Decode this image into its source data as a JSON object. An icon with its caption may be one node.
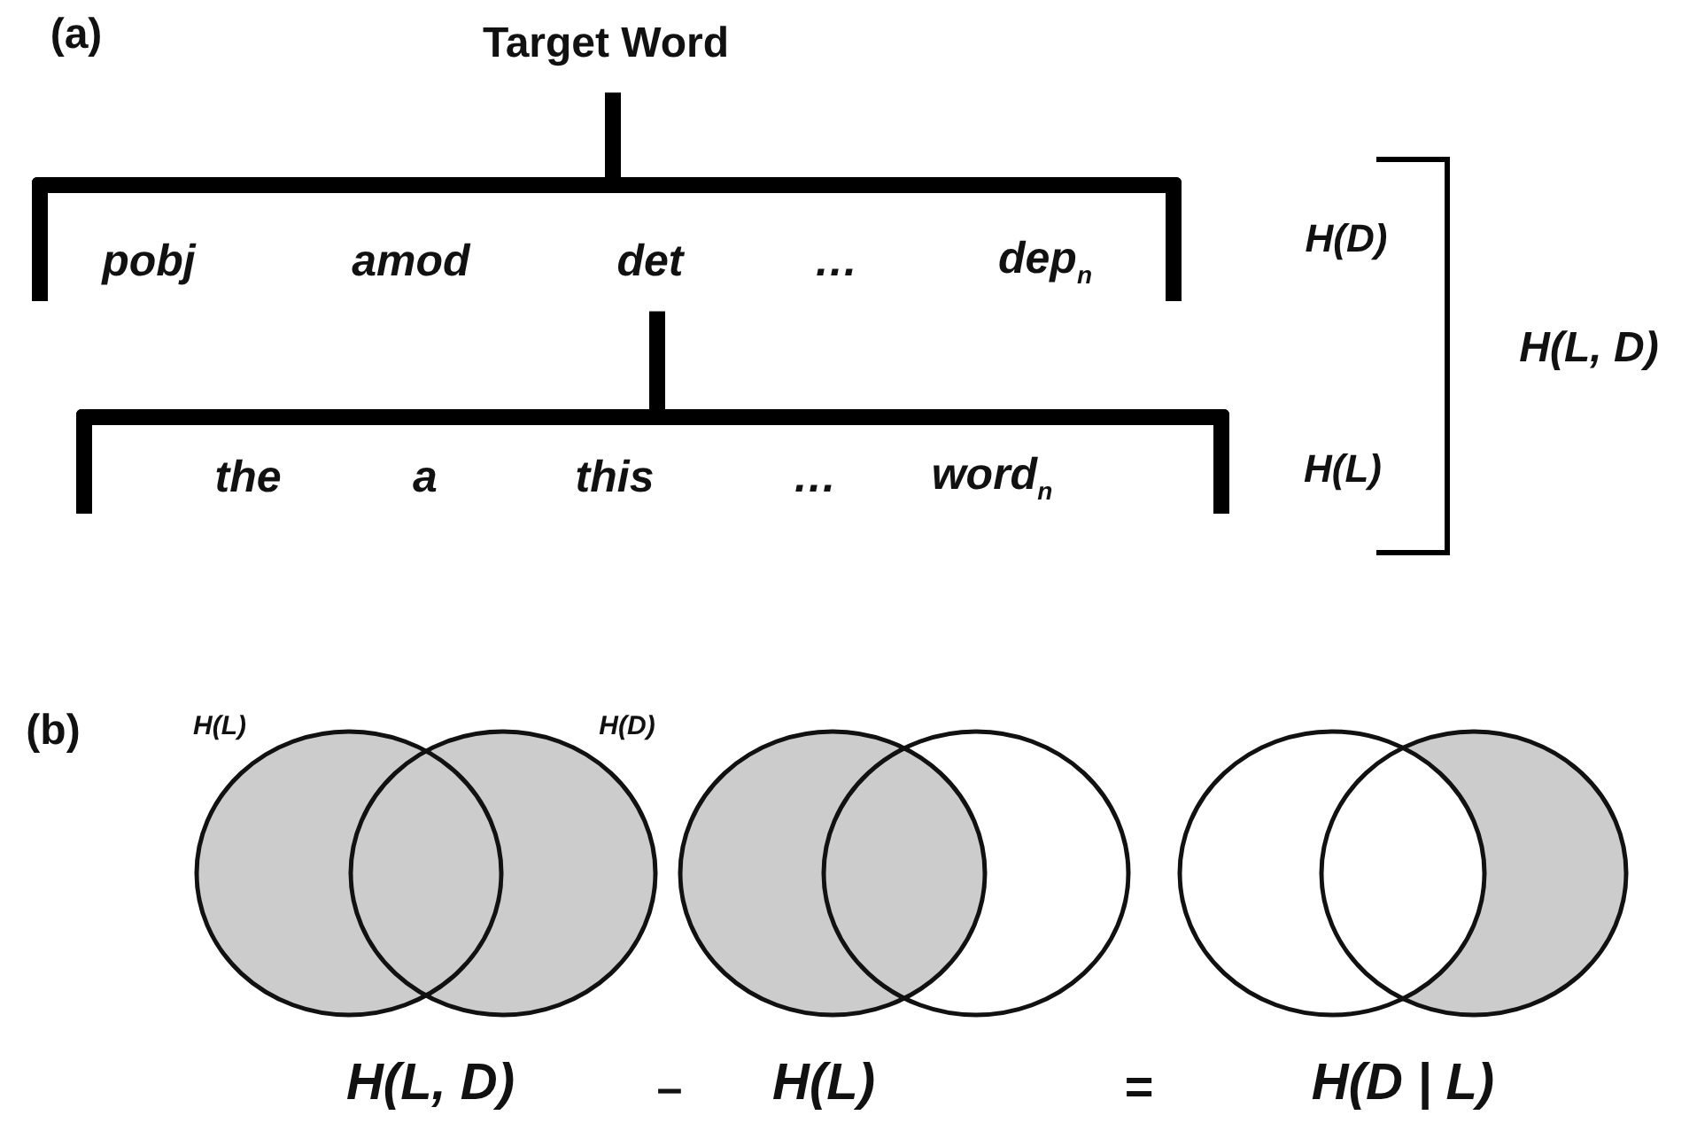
{
  "diagram": {
    "nodes": [
      {
        "text": [
          "Target Word"
        ]
      },
      {
        "text": [],
        "shape": "bracket"
      },
      {
        "text": [
          "pobj"
        ],
        "in": 1
      },
      {
        "text": [
          "amod"
        ],
        "in": 1
      },
      {
        "text": [
          "det"
        ],
        "in": 1
      },
      {
        "text": [
          "…"
        ],
        "in": 1
      },
      {
        "text": [
          "dep$_{n}$"
        ],
        "in": 1
      },
      {
        "text": [],
        "shape": "bracket"
      },
      {
        "text": [
          "the"
        ],
        "in": 7
      },
      {
        "text": [
          "a"
        ],
        "in": 7
      },
      {
        "text": [
          "this"
        ],
        "in": 7
      },
      {
        "text": [
          "…"
        ],
        "in": 7
      },
      {
        "text": [
          "word$_{n}$"
        ],
        "in": 7
      }
    ],
    "edges": [
      {
        "from": 0,
        "to": 1,
        "arrow": "none"
      },
      {
        "from": 4,
        "to": 7,
        "arrow": "none"
      }
    ],
    "labels": [
      "(a)",
      "H(D)",
      "H(L, D)",
      "H(L)",
      "(b)",
      "H(L)",
      "H(D)",
      "H(L, D)",
      "–",
      "H(L)",
      "=",
      "H(D | L)"
    ]
  }
}
